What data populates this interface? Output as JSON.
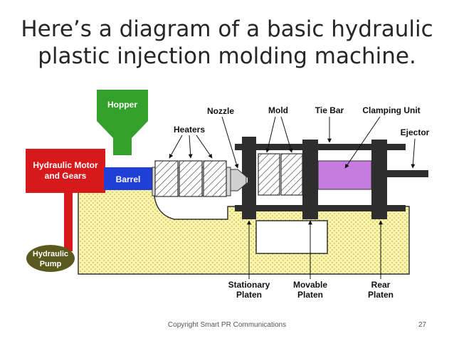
{
  "slide": {
    "title_line1": "Here’s a diagram of a basic hydraulic",
    "title_line2": "plastic injection molding machine.",
    "copyright": "Copyright  Smart PR Communications",
    "page_number": "27"
  },
  "diagram": {
    "labels": {
      "hopper": "Hopper",
      "barrel": "Barrel",
      "motor_line1": "Hydraulic Motor",
      "motor_line2": "and Gears",
      "pump_line1": "Hydraulic",
      "pump_line2": "Pump",
      "heaters": "Heaters",
      "nozzle": "Nozzle",
      "mold": "Mold",
      "tie_bar": "Tie Bar",
      "clamping_unit": "Clamping Unit",
      "ejector": "Ejector",
      "stationary_line1": "Stationary",
      "stationary_line2": "Platen",
      "movable_line1": "Movable",
      "movable_line2": "Platen",
      "rear_line1": "Rear",
      "rear_line2": "Platen"
    },
    "colors": {
      "hopper": "#33a02c",
      "barrel": "#1f3fd6",
      "motor": "#d7191c",
      "pump": "#5a5a1e",
      "base": "#fbf5a7",
      "clamp": "#c77be0",
      "platen": "#2e2e2e"
    }
  }
}
